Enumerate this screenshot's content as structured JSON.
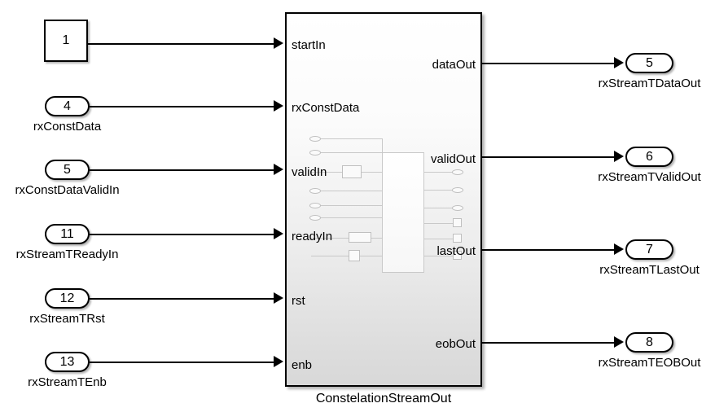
{
  "diagram": {
    "subsystem": {
      "name": "ConstelationStreamOut",
      "input_ports": [
        "startIn",
        "rxConstData",
        "validIn",
        "readyIn",
        "rst",
        "enb"
      ],
      "output_ports": [
        "dataOut",
        "validOut",
        "lastOut",
        "eobOut"
      ]
    },
    "inports": [
      {
        "number": "1",
        "label": "",
        "shape": "square"
      },
      {
        "number": "4",
        "label": "rxConstData",
        "shape": "round"
      },
      {
        "number": "5",
        "label": "rxConstDataValidIn",
        "shape": "round"
      },
      {
        "number": "11",
        "label": "rxStreamTReadyIn",
        "shape": "round"
      },
      {
        "number": "12",
        "label": "rxStreamTRst",
        "shape": "round"
      },
      {
        "number": "13",
        "label": "rxStreamTEnb",
        "shape": "round"
      }
    ],
    "outports": [
      {
        "number": "5",
        "label": "rxStreamTDataOut",
        "shape": "round"
      },
      {
        "number": "6",
        "label": "rxStreamTValidOut",
        "shape": "round"
      },
      {
        "number": "7",
        "label": "rxStreamTLastOut",
        "shape": "round"
      },
      {
        "number": "8",
        "label": "rxStreamTEOBOut",
        "shape": "round"
      }
    ],
    "colors": {
      "background": "#ffffff",
      "line": "#000000",
      "block_fill_top": "#ffffff",
      "block_fill_bottom": "#d8d8d8",
      "icon_stroke": "#c9c9c9"
    }
  }
}
